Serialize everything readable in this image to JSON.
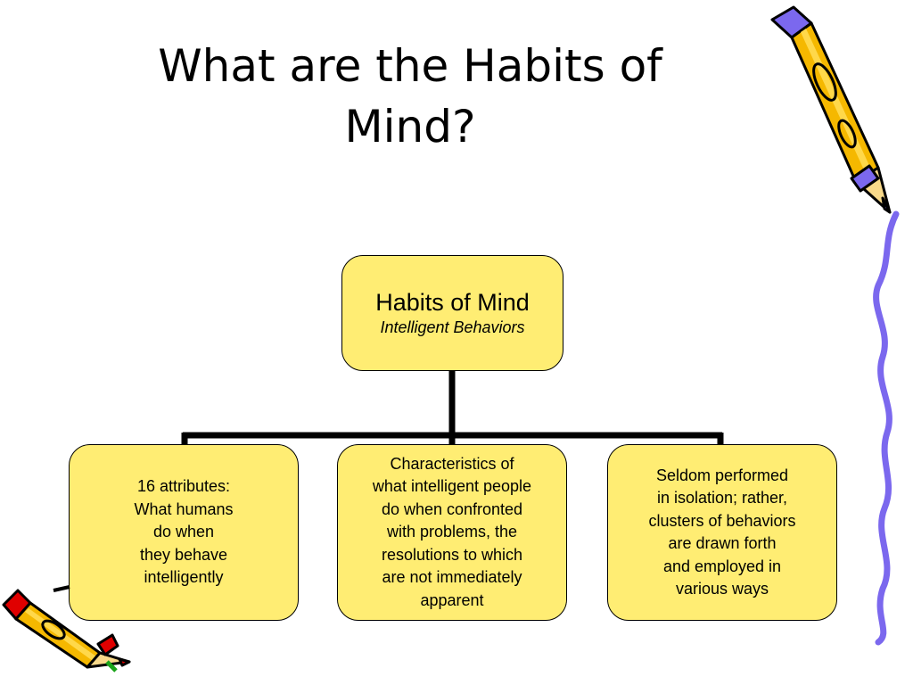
{
  "title": {
    "line1": "What are the Habits of",
    "line2": "Mind?"
  },
  "root": {
    "main": "Habits of Mind",
    "sub": "Intelligent Behaviors"
  },
  "children": [
    {
      "lines": [
        "16 attributes:",
        "What humans",
        "do when",
        "they behave",
        "intelligently"
      ]
    },
    {
      "lines": [
        "Characteristics of",
        "what intelligent people",
        "do when confronted",
        "with problems, the",
        "resolutions to which",
        "are not immediately",
        "apparent"
      ]
    },
    {
      "lines": [
        "Seldom performed",
        "in isolation; rather,",
        "clusters of behaviors",
        "are drawn forth",
        "and employed in",
        "various ways"
      ]
    }
  ],
  "colors": {
    "box_fill": "#ffed73",
    "pencil_body": "#f5b800",
    "pencil_accent": "#7b68ee",
    "pencil_red": "#e00000"
  },
  "icons": [
    "pencil-icon-top-right",
    "pencil-icon-bottom-left",
    "squiggle-decoration"
  ]
}
